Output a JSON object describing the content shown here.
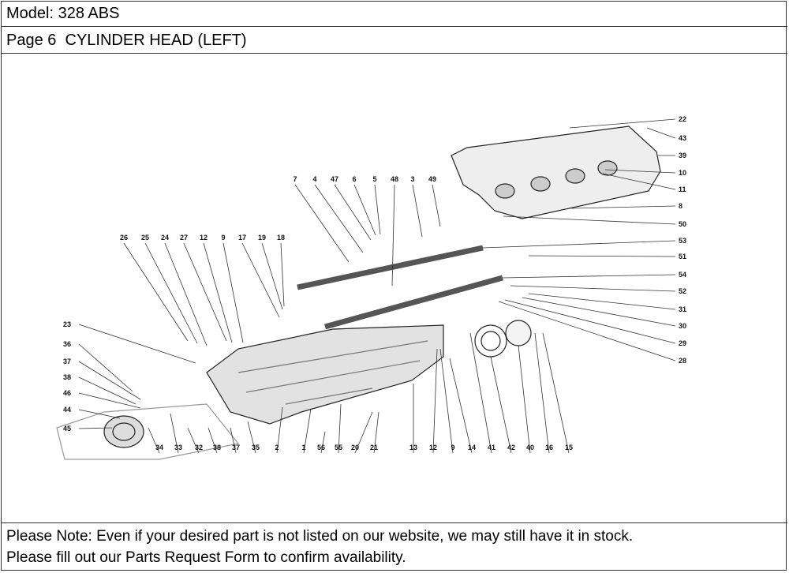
{
  "header": {
    "model": "Model: 328 ABS",
    "page": "Page 6  CYLINDER HEAD (LEFT)"
  },
  "diagram": {
    "callouts": [
      "22",
      "43",
      "39",
      "10",
      "11",
      "8",
      "50",
      "53",
      "51",
      "54",
      "52",
      "31",
      "30",
      "29",
      "28",
      "7",
      "4",
      "47",
      "6",
      "5",
      "48",
      "3",
      "49",
      "26",
      "25",
      "24",
      "27",
      "12",
      "9",
      "17",
      "19",
      "18",
      "23",
      "36",
      "37",
      "38",
      "46",
      "44",
      "45",
      "34",
      "33",
      "32",
      "38",
      "37",
      "35",
      "2",
      "1",
      "56",
      "55",
      "20",
      "21",
      "13",
      "12",
      "9",
      "14",
      "41",
      "42",
      "40",
      "16",
      "15"
    ]
  },
  "footer": {
    "line1": "Please Note: Even if your desired part is not listed on our website, we may still have it in stock.",
    "line2": "Please fill out our Parts Request Form to confirm availability."
  }
}
